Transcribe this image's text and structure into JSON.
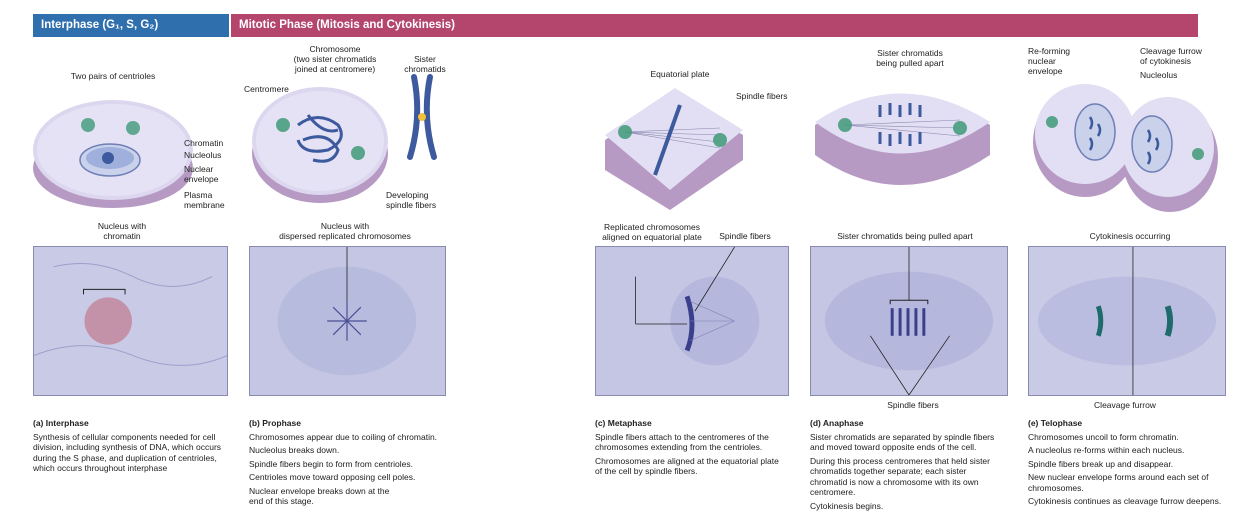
{
  "header": {
    "interphase": "Interphase (G₁, S, G₂)",
    "mitotic": "Mitotic Phase (Mitosis and Cytokinesis)"
  },
  "labels": {
    "two_pairs_centrioles": "Two pairs of centrioles",
    "chromatin": "Chromatin",
    "nucleolus_a": "Nucleolus",
    "nuclear_envelope": "Nuclear\nenvelope",
    "plasma_membrane": "Plasma\nmembrane",
    "nucleus_with_chromatin": "Nucleus with\nchromatin",
    "chromosome": "Chromosome\n(two sister chromatids\njoined at centromere)",
    "sister_chromatids": "Sister\nchromatids",
    "centromere": "Centromere",
    "developing_spindle": "Developing\nspindle fibers",
    "nucleus_dispersed": "Nucleus with\ndispersed replicated chromosomes",
    "equatorial_plate": "Equatorial plate",
    "spindle_fibers_c": "Spindle fibers",
    "replicated_aligned": "Replicated chromosomes\naligned on equatorial plate",
    "spindle_fibers_c2": "Spindle fibers",
    "sister_pulled_top": "Sister chromatids\nbeing pulled apart",
    "sister_pulled_micro": "Sister chromatids being pulled apart",
    "spindle_fibers_d": "Spindle fibers",
    "reforming_envelope": "Re-forming\nnuclear\nenvelope",
    "cleavage_furrow_cyto": "Cleavage furrow\nof cytokinesis",
    "nucleolus_e": "Nucleolus",
    "cytokinesis_occurring": "Cytokinesis occurring",
    "cleavage_furrow": "Cleavage furrow"
  },
  "captions": [
    {
      "title": "(a) Interphase",
      "lines": [
        "Synthesis of cellular components needed for cell\ndivision, including synthesis of DNA, which occurs\nduring the S phase, and duplication of centrioles,\nwhich occurs throughout interphase"
      ]
    },
    {
      "title": "(b) Prophase",
      "lines": [
        "Chromosomes appear due to coiling of chromatin.",
        "Nucleolus breaks down.",
        "Spindle fibers begin to form from centrioles.",
        "Centrioles move toward opposing cell poles.",
        "Nuclear envelope breaks down at the\nend of this stage."
      ]
    },
    {
      "title": "(c) Metaphase",
      "lines": [
        "Spindle fibers attach to the centromeres of the\nchromosomes extending from the centrioles.",
        "Chromosomes are aligned at the equatorial plate\nof the cell by spindle fibers."
      ]
    },
    {
      "title": "(d) Anaphase",
      "lines": [
        "Sister chromatids are separated by spindle fibers\nand moved toward opposite ends of the cell.",
        "During this process centromeres that held sister\nchromatids together separate; each sister\nchromatid is now a chromosome with its own\ncentromere.",
        "Cytokinesis begins."
      ]
    },
    {
      "title": "(e) Telophase",
      "lines": [
        "Chromosomes uncoil to form chromatin.",
        "A nucleolus re-forms within each nucleus.",
        "Spindle fibers break up and disappear.",
        "New nuclear envelope forms around each set of\nchromosomes.",
        "Cytokinesis continues as cleavage furrow deepens."
      ]
    }
  ],
  "colors": {
    "interphase_bar": "#2f6fae",
    "mitotic_bar": "#b4466e",
    "cell_fill": "#d9d4ee",
    "cell_side": "#b79ac4",
    "chromosome": "#3d5a9e",
    "centriole": "#3f9a78",
    "micro_bg": "#c9cbe6"
  }
}
